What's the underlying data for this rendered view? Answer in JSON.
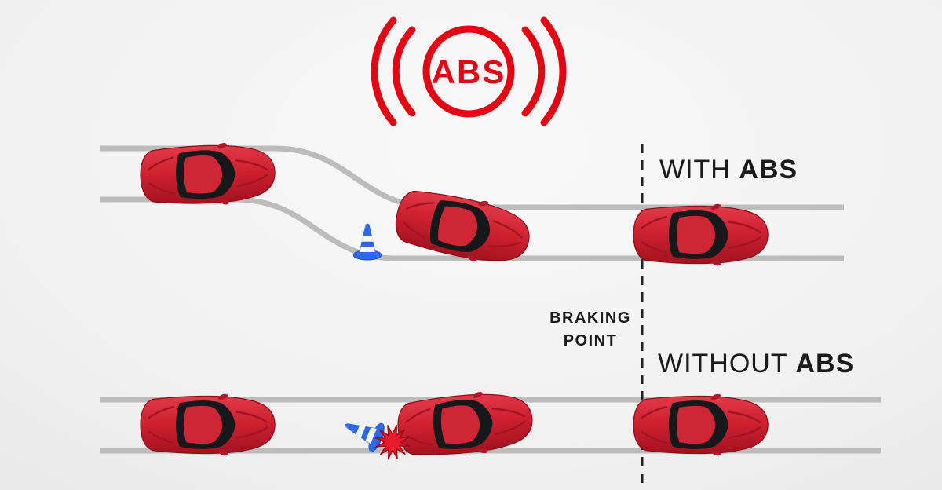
{
  "logo": {
    "text": "ABS"
  },
  "labels": {
    "with": {
      "prefix": "WITH ",
      "bold": "ABS"
    },
    "without": {
      "prefix": "WITHOUT ",
      "bold": "ABS"
    },
    "braking": {
      "line1": "BRAKING",
      "line2": "POINT"
    }
  },
  "colors": {
    "accent_red": "#e30613",
    "car_red": "#cf2130",
    "road_gray": "#bcbcbc",
    "cone_blue": "#2e68e6",
    "text_dark": "#1b1b1b"
  },
  "icons": {
    "abs-warning-icon": "red circle with ABS text and side brackets",
    "red-car-top-icon": "top view red car",
    "traffic-cone-icon": "blue and white traffic cone",
    "collision-burst-icon": "red crash star"
  }
}
